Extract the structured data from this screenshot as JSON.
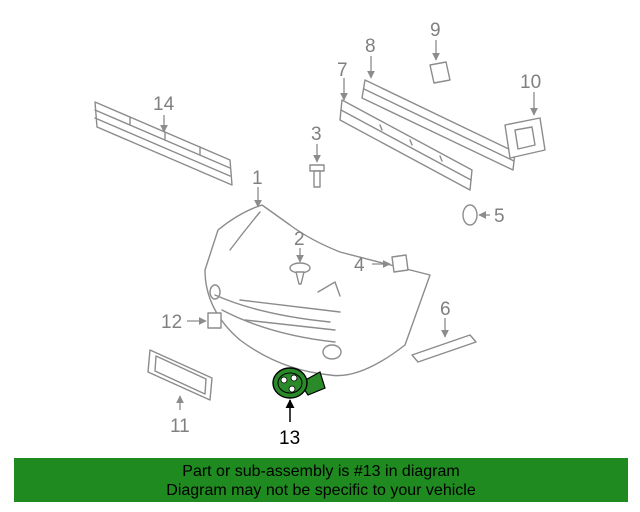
{
  "diagram": {
    "highlight_color": "#2a8a2a",
    "callouts": [
      {
        "id": "14",
        "label": "14"
      },
      {
        "id": "8",
        "label": "8"
      },
      {
        "id": "9",
        "label": "9"
      },
      {
        "id": "7",
        "label": "7"
      },
      {
        "id": "10",
        "label": "10"
      },
      {
        "id": "3",
        "label": "3"
      },
      {
        "id": "1",
        "label": "1"
      },
      {
        "id": "5",
        "label": "5"
      },
      {
        "id": "2",
        "label": "2"
      },
      {
        "id": "4",
        "label": "4"
      },
      {
        "id": "6",
        "label": "6"
      },
      {
        "id": "12",
        "label": "12"
      },
      {
        "id": "11",
        "label": "11"
      },
      {
        "id": "13",
        "label": "13"
      }
    ]
  },
  "banner": {
    "color": "#1f8a1f",
    "line1": "Part or sub-assembly is #13 in diagram",
    "line2": "Diagram may not be specific to your vehicle"
  }
}
